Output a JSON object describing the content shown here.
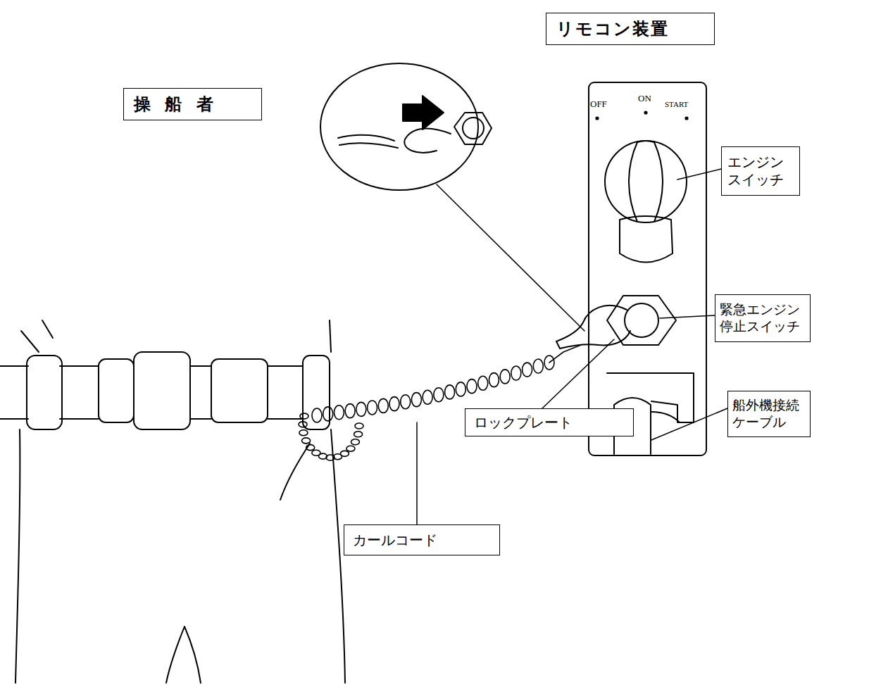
{
  "diagram": {
    "nodes": [
      {
        "text": [
          "リモコン装置"
        ]
      },
      {
        "text": [
          "操 船 者"
        ]
      },
      {
        "text": [
          "エンジン スイッチ"
        ]
      },
      {
        "text": [
          "緊急エンジン 停止スイッチ"
        ]
      },
      {
        "text": [
          "船外機接続 ケーブル"
        ]
      },
      {
        "text": [
          "ロックプレート"
        ]
      },
      {
        "text": [
          "カールコード"
        ]
      }
    ],
    "labels": [
      "OFF",
      "ON",
      "START"
    ]
  }
}
